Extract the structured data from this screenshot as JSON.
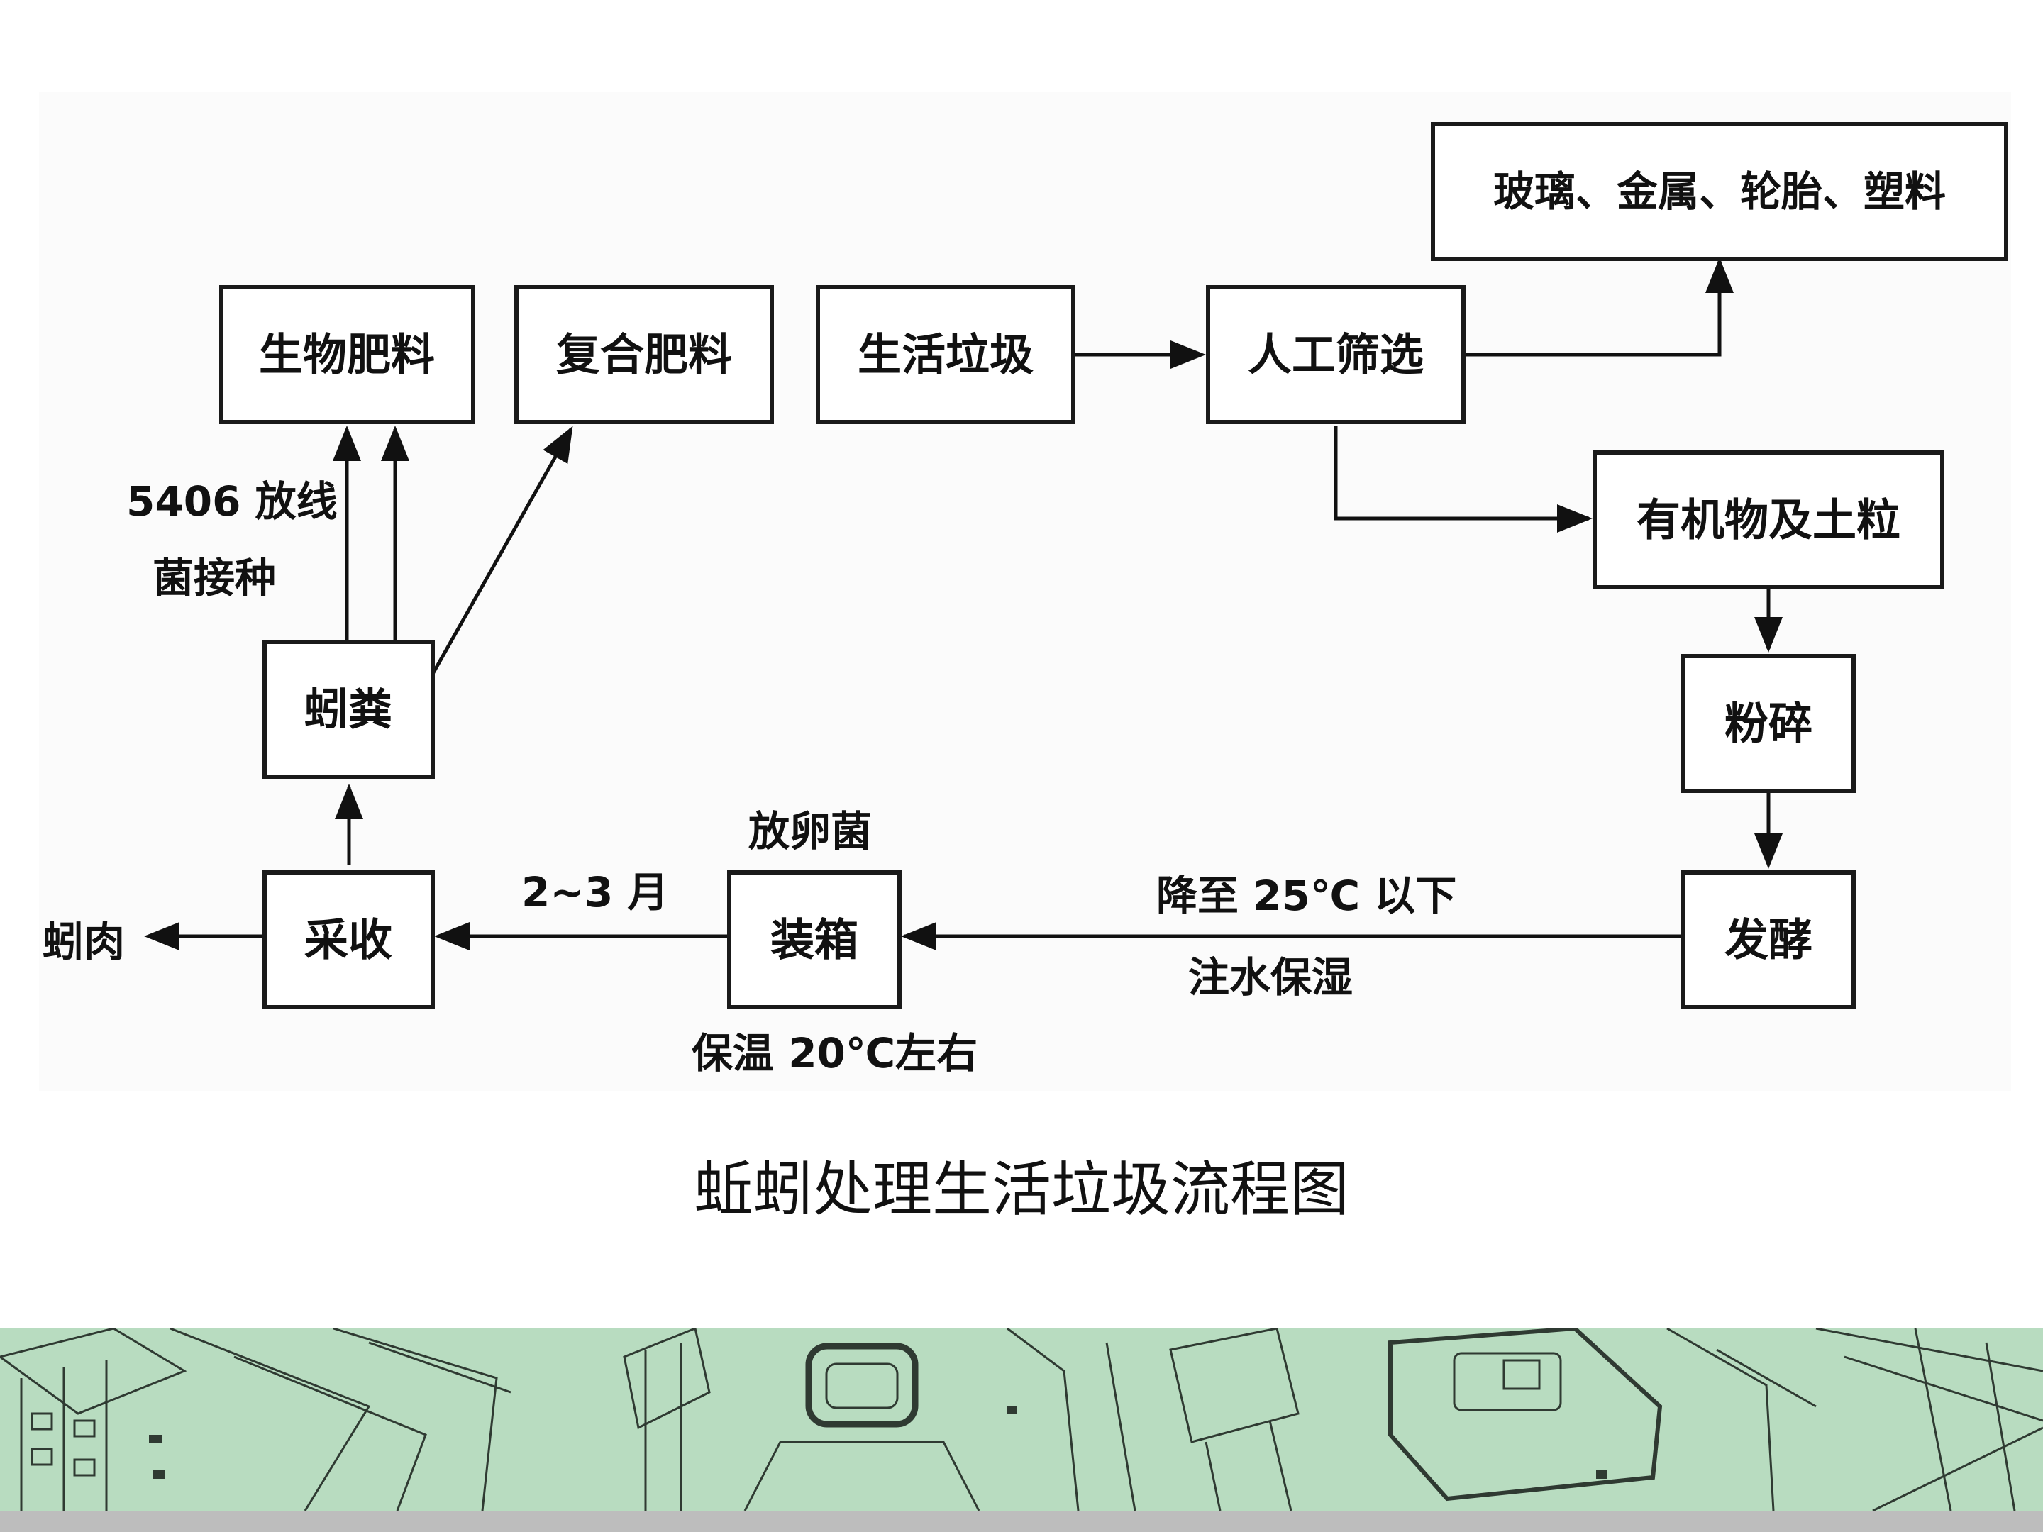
{
  "nodes": {
    "recyclables": "玻璃、金属、轮胎、塑料",
    "bio_fertilizer": "生物肥料",
    "compound_fertilizer": "复合肥料",
    "household_waste": "生活垃圾",
    "manual_screening": "人工筛选",
    "organic_soil": "有机物及土粒",
    "worm_castings": "蚓粪",
    "crushing": "粉碎",
    "harvest": "采收",
    "boxing": "装箱",
    "fermentation": "发酵",
    "earthworm_meat": "蚓肉"
  },
  "notes": {
    "inoculation_line1": "5406 放线",
    "inoculation_line2": "菌接种",
    "release_eggs": "放卵菌",
    "duration": "2~3 月",
    "cool_down": "降至 25℃ 以下",
    "water": "注水保湿",
    "keep_warm": "保温 20℃左右"
  },
  "caption": "蚯蚓处理生活垃圾流程图"
}
